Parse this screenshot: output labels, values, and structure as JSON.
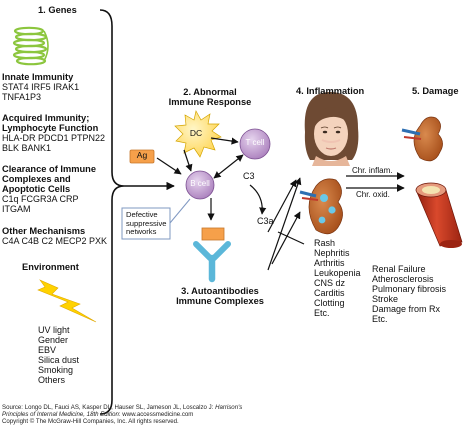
{
  "genes": {
    "heading": "1. Genes",
    "innate_title": "Innate Immunity",
    "innate_genes": [
      "STAT4 IRF5 IRAK1",
      "TNFA1P3"
    ],
    "acquired_title": [
      "Acquired Immunity;",
      "Lymphocyte Function"
    ],
    "acquired_genes": [
      "HLA-DR PDCD1 PTPN22",
      "BLK BANK1"
    ],
    "clearance_title": [
      "Clearance of Immune",
      "Complexes and",
      "Apoptotic Cells"
    ],
    "clearance_genes": [
      "C1q FCGR3A CRP",
      "ITGAM"
    ],
    "other_title": "Other Mechanisms",
    "other_genes": "C4A C4B C2 MECP2 PXK"
  },
  "environment": {
    "heading": "Environment",
    "factors": [
      "UV light",
      "Gender",
      "EBV",
      "Silica dust",
      "Smoking",
      "Others"
    ]
  },
  "abnormal": {
    "heading": [
      "2. Abnormal",
      "Immune Response"
    ],
    "dc_label": "DC",
    "tcell_label": "T cell",
    "bcell_label": "B cell",
    "ag_label": "Ag",
    "defective_label": [
      "Defective",
      "suppressive",
      "networks"
    ],
    "c3_label": "C3",
    "c3a_label": "C3a"
  },
  "autoantibodies": {
    "heading": [
      "3. Autoantibodies",
      "Immune Complexes"
    ]
  },
  "inflammation": {
    "heading": "4. Inflammation",
    "list": [
      "Rash",
      "Nephritis",
      "Arthritis",
      "Leukopenia",
      "CNS dz",
      "Carditis",
      "Clotting",
      "Etc."
    ]
  },
  "damage": {
    "heading": "5. Damage",
    "chr_inflam": "Chr. inflam.",
    "chr_oxid": "Chr. oxid.",
    "list": [
      "Renal Failure",
      "Atherosclerosis",
      "Pulmonary fibrosis",
      "Stroke",
      "Damage from Rx",
      "Etc."
    ]
  },
  "source": {
    "line1_prefix": "Source: Longo DL, Fauci AS, Kasper DL, Hauser SL, Jameson JL, Loscalzo J: ",
    "line1_title": "Harrison's",
    "line2_title": "Principles of Internal Medicine, 18th Edition",
    "line2_suffix": ": www.accessmedicine.com",
    "line3": "Copyright © The McGraw-Hill Companies, Inc. All rights reserved."
  },
  "colors": {
    "dna_green": "#8cc63e",
    "dc_yellow": "#ffd24a",
    "tcell_purple": "#b48ac3",
    "ag_orange": "#f6a04a",
    "antibody_blue": "#5bb7d9",
    "kidney_brown": "#b4571e",
    "artery_red": "#c6321f",
    "bolt_yellow": "#ffd200"
  }
}
